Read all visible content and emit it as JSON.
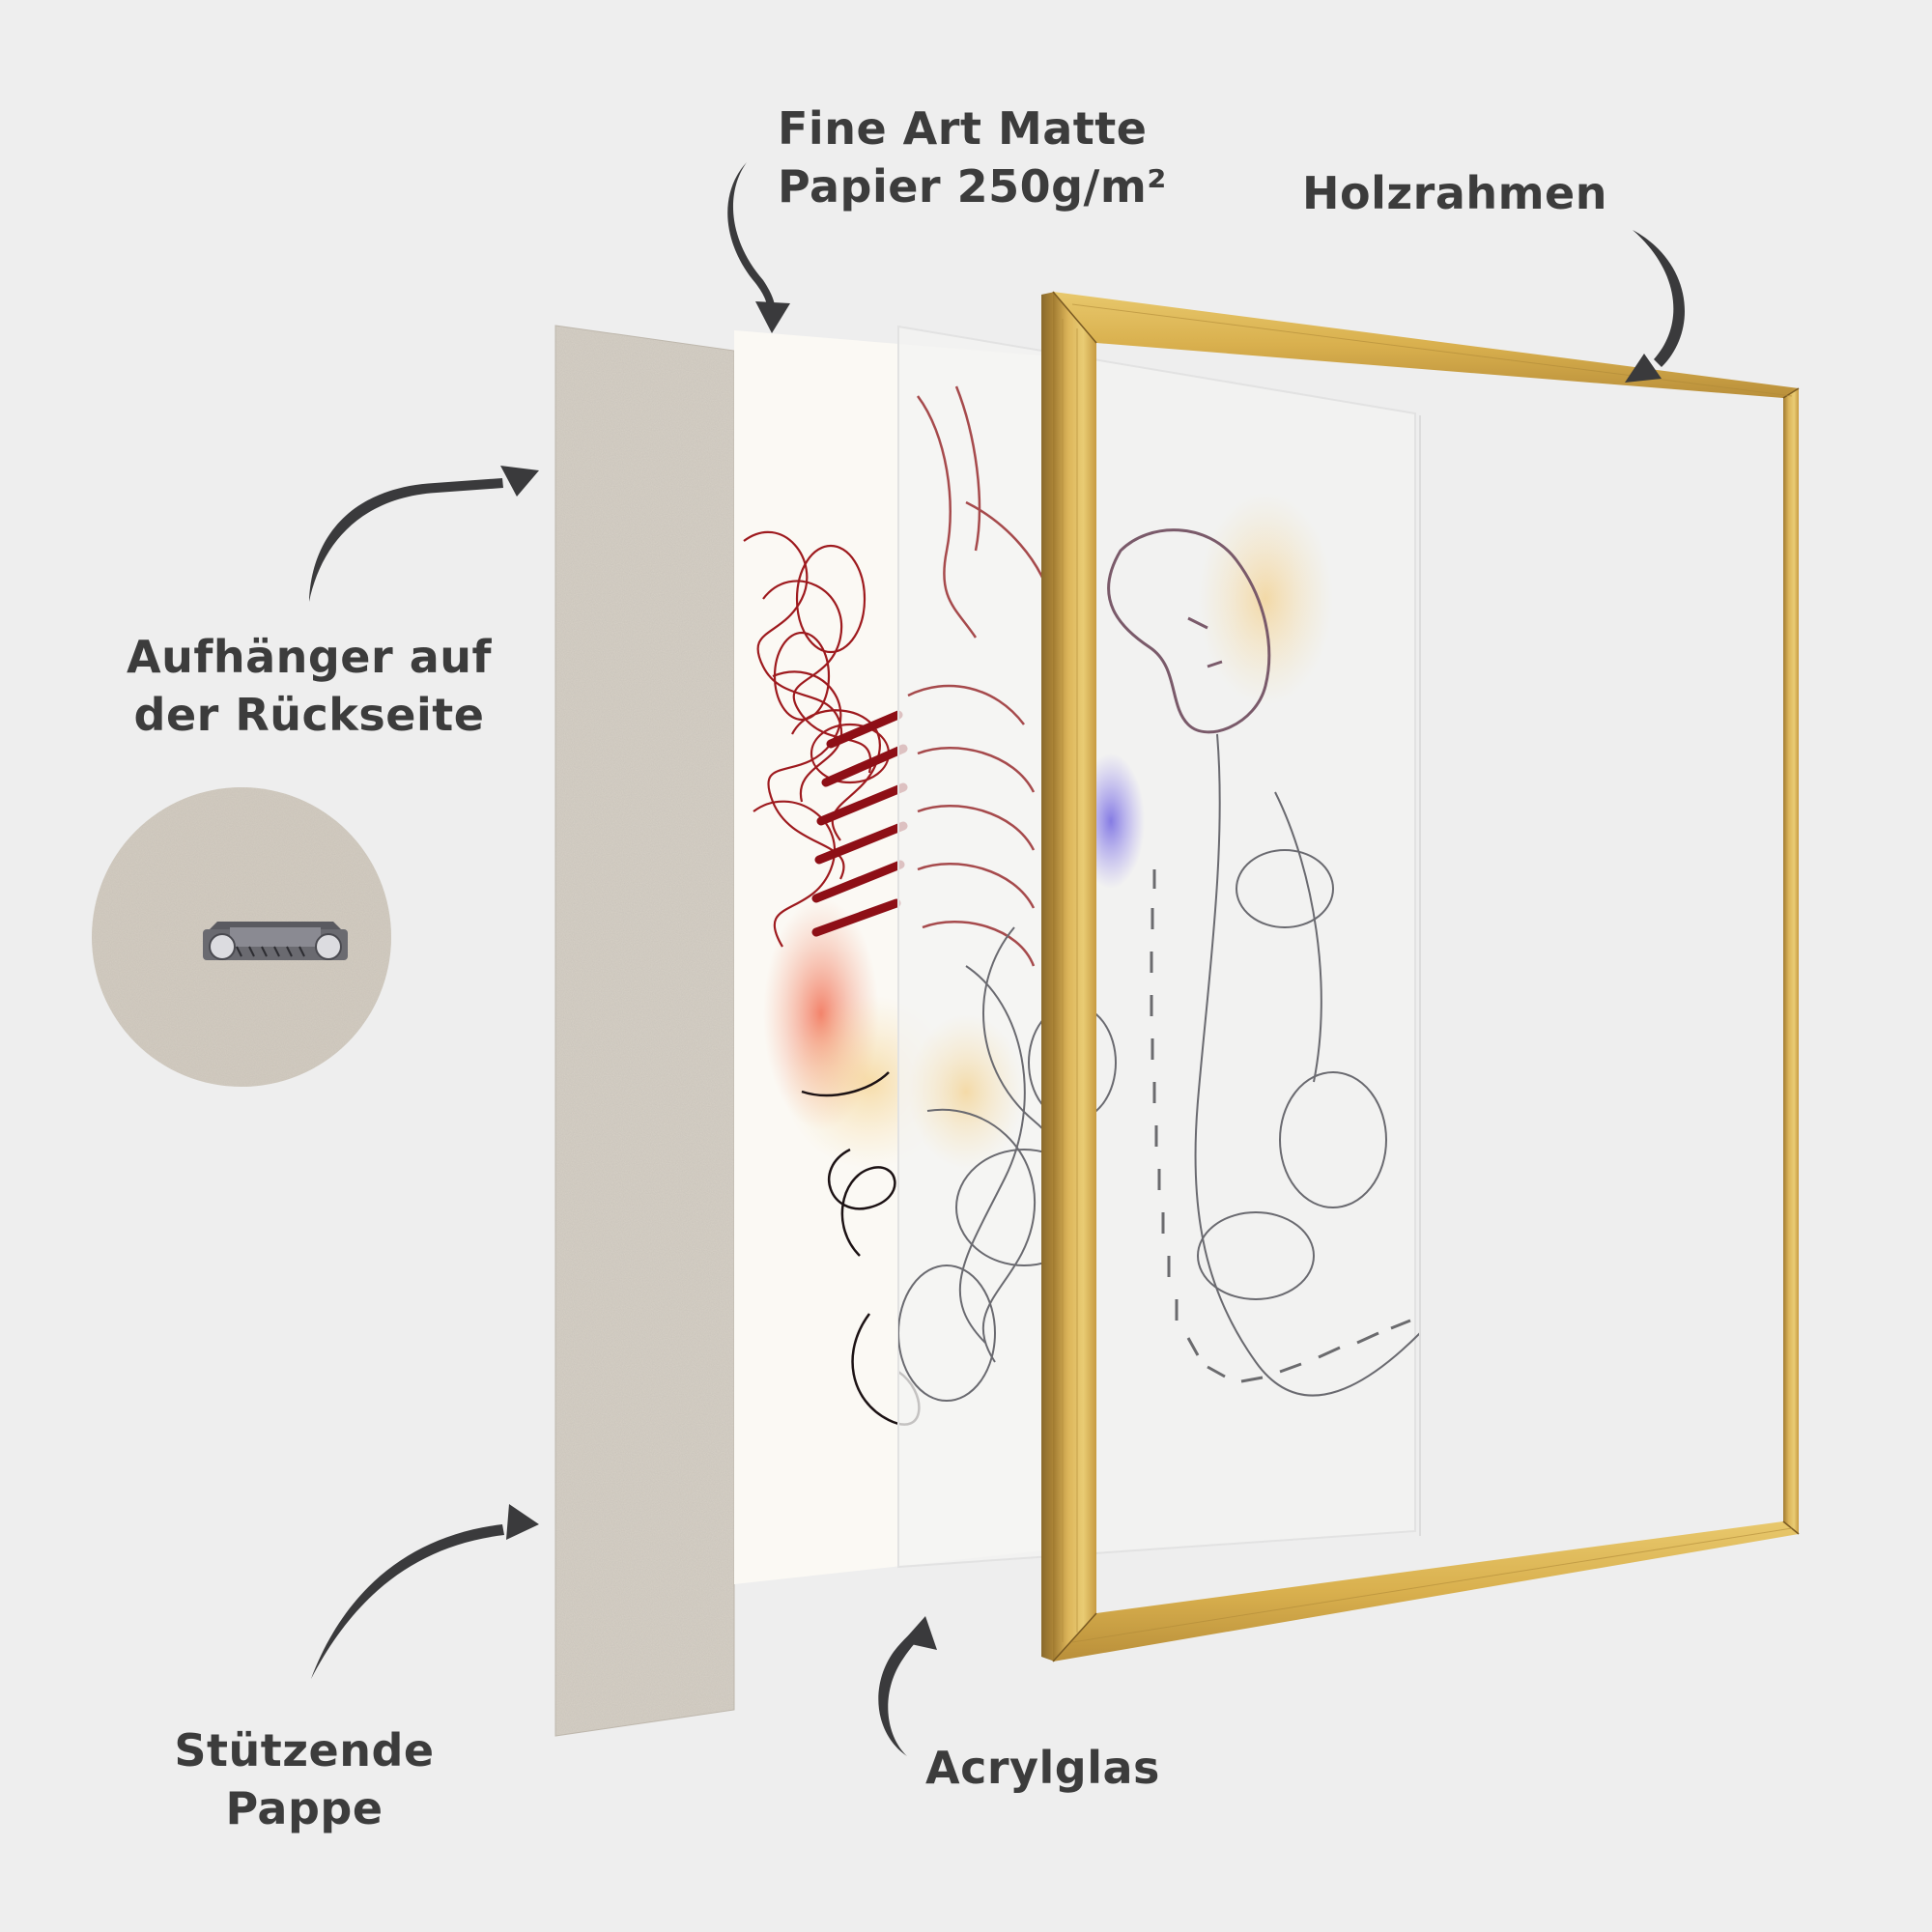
{
  "labels": {
    "paper": {
      "line1": "Fine Art Matte",
      "line2": "Papier 250g/m²"
    },
    "frame": {
      "line1": "Holzrahmen"
    },
    "hanger": {
      "line1": "Aufhänger auf",
      "line2": "der Rückseite"
    },
    "backing": {
      "line1": "Stützende",
      "line2": "Pappe"
    },
    "acrylic": {
      "line1": "Acrylglas"
    }
  },
  "layers": [
    {
      "id": "backing-board",
      "name": "Stützende Pappe",
      "color": "#d6d0c6"
    },
    {
      "id": "art-paper",
      "name": "Fine Art Matte Papier 250g/m²",
      "color": "#fbf9f4"
    },
    {
      "id": "acrylic-glass",
      "name": "Acrylglas",
      "color": "#f4f4f3"
    },
    {
      "id": "wood-frame",
      "name": "Holzrahmen",
      "color": "#d9b24e"
    }
  ],
  "colors": {
    "background": "#eeeeee",
    "text": "#3c3c3c",
    "arrow": "#3a3a3c",
    "cardboard": "#d6d0c6",
    "paper": "#fbf9f4",
    "gold_light": "#e8c76a",
    "gold_dark": "#9c7a32",
    "sketch_red": "#a3161c",
    "sketch_grey": "#6e6e70"
  }
}
